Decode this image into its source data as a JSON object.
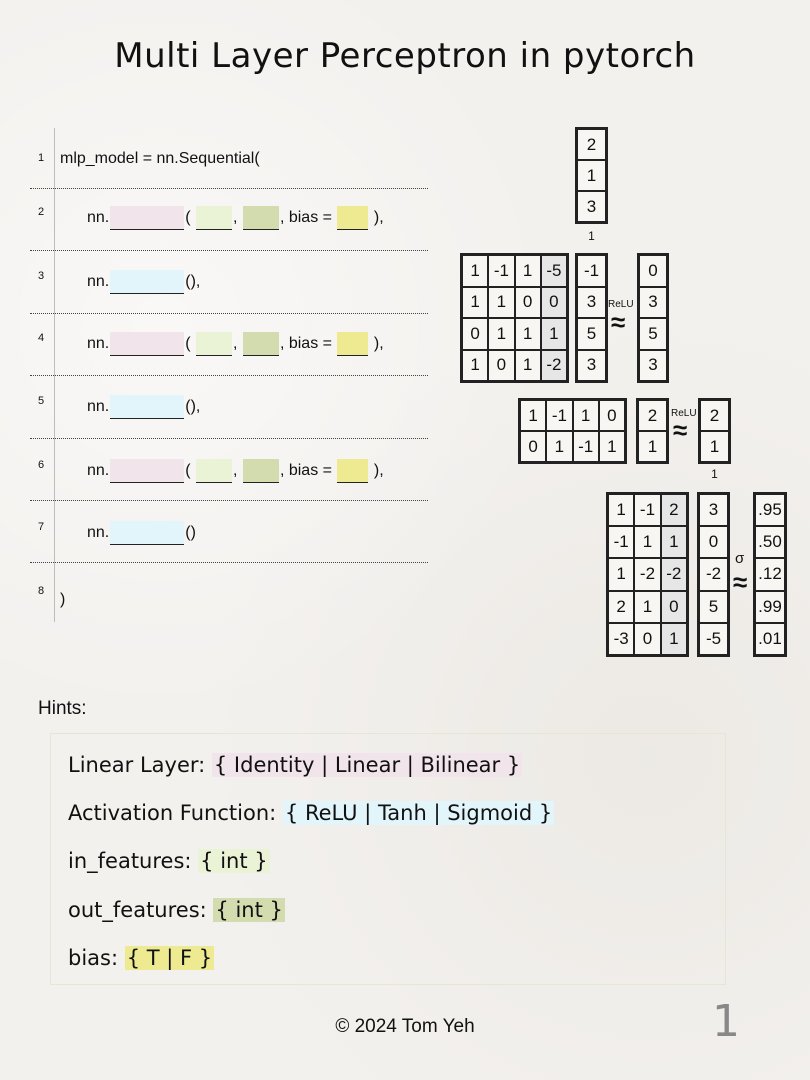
{
  "title": "Multi Layer Perceptron in pytorch",
  "code": {
    "lines": [
      {
        "num": "1",
        "text": "mlp_model = nn.Sequential("
      },
      {
        "num": "2",
        "prefix": "nn.",
        "open": "(",
        "comma1": ",",
        "comma2": ",",
        "bias_label": "bias =",
        "close": "),"
      },
      {
        "num": "3",
        "prefix": "nn.",
        "close": "(),"
      },
      {
        "num": "4",
        "prefix": "nn.",
        "open": "(",
        "comma1": ",",
        "comma2": ",",
        "bias_label": "bias =",
        "close": "),"
      },
      {
        "num": "5",
        "prefix": "nn.",
        "close": "(),"
      },
      {
        "num": "6",
        "prefix": "nn.",
        "open": "(",
        "comma1": ",",
        "comma2": ",",
        "bias_label": "bias =",
        "close": "),"
      },
      {
        "num": "7",
        "prefix": "nn.",
        "close": "()"
      },
      {
        "num": "8",
        "text": ")"
      }
    ]
  },
  "diagram": {
    "input_vector": [
      "2",
      "1",
      "3"
    ],
    "input_bias_label": "1",
    "layer1": {
      "weights": [
        [
          "1",
          "-1",
          "1",
          "-5"
        ],
        [
          "1",
          "1",
          "0",
          "0"
        ],
        [
          "0",
          "1",
          "1",
          "1"
        ],
        [
          "1",
          "0",
          "1",
          "-2"
        ]
      ],
      "pre_activation": [
        "-1",
        "3",
        "5",
        "3"
      ],
      "activation_label": "ReLU",
      "approx_symbol": "≈",
      "output": [
        "0",
        "3",
        "5",
        "3"
      ]
    },
    "layer2": {
      "weights": [
        [
          "1",
          "-1",
          "1",
          "0"
        ],
        [
          "0",
          "1",
          "-1",
          "1"
        ]
      ],
      "pre_activation": [
        "2",
        "1"
      ],
      "activation_label": "ReLU",
      "approx_symbol": "≈",
      "output": [
        "2",
        "1"
      ],
      "bias_label": "1"
    },
    "layer3": {
      "weights": [
        [
          "1",
          "-1",
          "2"
        ],
        [
          "-1",
          "1",
          "1"
        ],
        [
          "1",
          "-2",
          "-2"
        ],
        [
          "2",
          "1",
          "0"
        ],
        [
          "-3",
          "0",
          "1"
        ]
      ],
      "pre_activation": [
        "3",
        "0",
        "-2",
        "5",
        "-5"
      ],
      "activation_label": "σ",
      "approx_symbol": "≈",
      "output": [
        ".95",
        ".50",
        ".12",
        ".99",
        ".01"
      ]
    }
  },
  "hints": {
    "label": "Hints:",
    "items": [
      {
        "name": "Linear Layer:",
        "options": "{ Identity | Linear | Bilinear }",
        "color": "#f1e4ea"
      },
      {
        "name": "Activation Function:",
        "options": "{ ReLU | Tanh | Sigmoid }",
        "color": "#e2f5fb"
      },
      {
        "name": "in_features:",
        "options": "{ int }",
        "color": "#ebf3d6"
      },
      {
        "name": "out_features:",
        "options": "{ int }",
        "color": "#d3dcae"
      },
      {
        "name": "bias:",
        "options": "{ T | F }",
        "color": "#eeea92"
      }
    ]
  },
  "footer": {
    "copyright": "©  2024 Tom Yeh",
    "page_number": "1"
  }
}
